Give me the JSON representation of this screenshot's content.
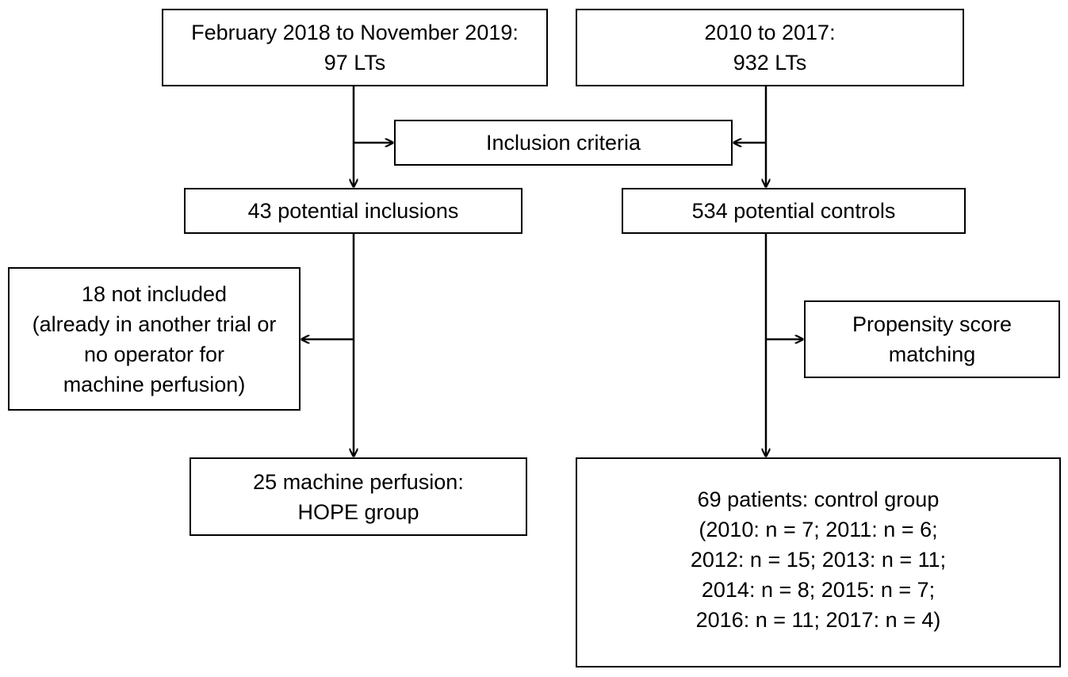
{
  "diagram": {
    "nodes": {
      "src_left": {
        "lines": [
          "February 2018 to November 2019:",
          "97 LTs"
        ]
      },
      "src_right": {
        "lines": [
          "2010 to 2017:",
          "932 LTs"
        ]
      },
      "criteria": {
        "lines": [
          "Inclusion criteria"
        ]
      },
      "pot_incl": {
        "lines": [
          "43 potential inclusions"
        ]
      },
      "pot_ctrl": {
        "lines": [
          "534 potential controls"
        ]
      },
      "not_incl": {
        "lines": [
          "18 not included",
          "(already in another trial or",
          "no operator for",
          "machine perfusion)"
        ]
      },
      "propensity": {
        "lines": [
          "Propensity score",
          "matching"
        ]
      },
      "hope": {
        "lines": [
          "25 machine perfusion:",
          "HOPE group"
        ]
      },
      "control": {
        "lines": [
          "69 patients: control group",
          "(2010: n = 7; 2011: n = 6;",
          "2012: n = 15; 2013: n = 11;",
          "2014: n = 8; 2015: n = 7;",
          "2016: n = 11; 2017: n = 4)"
        ]
      }
    },
    "edges": [
      {
        "from": "src_left",
        "to": "pot_incl"
      },
      {
        "from": "src_right",
        "to": "pot_ctrl"
      },
      {
        "from": "src_left",
        "to": "criteria"
      },
      {
        "from": "src_right",
        "to": "criteria"
      },
      {
        "from": "pot_incl",
        "to": "hope"
      },
      {
        "from": "pot_incl",
        "to": "not_incl"
      },
      {
        "from": "pot_ctrl",
        "to": "control"
      },
      {
        "from": "pot_ctrl",
        "to": "propensity"
      }
    ]
  }
}
